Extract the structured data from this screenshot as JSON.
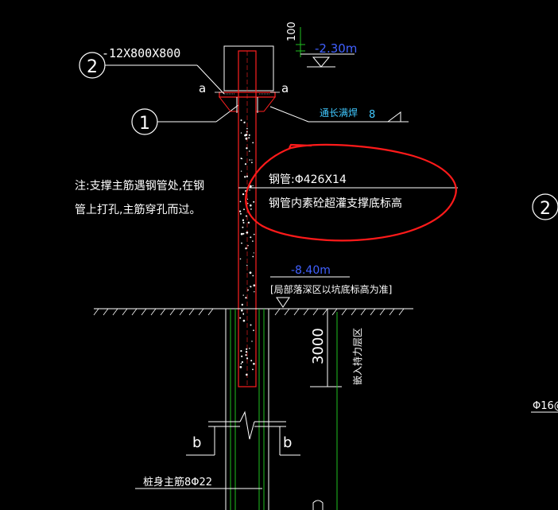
{
  "annotations": {
    "plate_callout_number": "2",
    "plate_spec": "-12X800X800",
    "anchor_callout_number": "1",
    "right_callout_number": "2",
    "weld_label_left": "a",
    "weld_label_right": "a",
    "weld_note": "通长满焊",
    "weld_size": "8",
    "dim_100": "100",
    "elev_top": "-2.30m",
    "steel_pipe_spec": "钢管:Φ426X14",
    "pipe_fill_note": "钢管内素砼超灌支撑底标高",
    "main_note_line1": "注:支撑主筋遇钢管处,在钢",
    "main_note_line2": "管上打孔,主筋穿孔而过。",
    "elev_bottom": "-8.40m",
    "local_pit_note": "[局部落深区以坑底标高为准]",
    "dim_3000": "3000",
    "embed_zone_label": "嵌入持力层区",
    "section_b_left": "b",
    "section_b_right": "b",
    "pile_rebar_label": "桩身主筋8Φ22",
    "right_edge_rebar": "Φ16@"
  },
  "colors": {
    "background": "#000000",
    "white_line": "#ffffff",
    "red": "#ff2020",
    "green": "#20c020",
    "cyan": "#40c8ff",
    "blue": "#4060ff",
    "markup_red": "#ff1a1a"
  }
}
